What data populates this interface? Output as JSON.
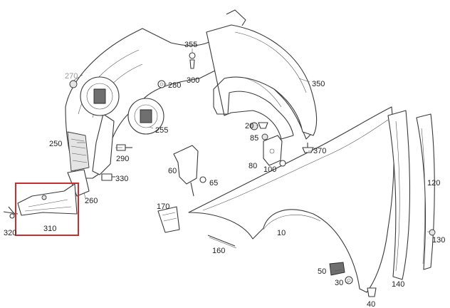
{
  "parts": [
    {
      "id": "p355",
      "label": "355"
    },
    {
      "id": "p270",
      "label": "270"
    },
    {
      "id": "p280",
      "label": "280"
    },
    {
      "id": "p300",
      "label": "300"
    },
    {
      "id": "p350",
      "label": "350"
    },
    {
      "id": "p255",
      "label": "255"
    },
    {
      "id": "p250",
      "label": "250"
    },
    {
      "id": "p290",
      "label": "290"
    },
    {
      "id": "p330",
      "label": "330"
    },
    {
      "id": "p260",
      "label": "260"
    },
    {
      "id": "p320",
      "label": "320"
    },
    {
      "id": "p310",
      "label": "310"
    },
    {
      "id": "p20",
      "label": "20"
    },
    {
      "id": "p85",
      "label": "85"
    },
    {
      "id": "p370",
      "label": "370"
    },
    {
      "id": "p80",
      "label": "80"
    },
    {
      "id": "p100",
      "label": "100"
    },
    {
      "id": "p60",
      "label": "60"
    },
    {
      "id": "p65",
      "label": "65"
    },
    {
      "id": "p170",
      "label": "170"
    },
    {
      "id": "p10",
      "label": "10"
    },
    {
      "id": "p160",
      "label": "160"
    },
    {
      "id": "p120",
      "label": "120"
    },
    {
      "id": "p130",
      "label": "130"
    },
    {
      "id": "p50",
      "label": "50"
    },
    {
      "id": "p30",
      "label": "30"
    },
    {
      "id": "p140",
      "label": "140"
    },
    {
      "id": "p40",
      "label": "40"
    }
  ],
  "highlight": {
    "part": "310"
  }
}
